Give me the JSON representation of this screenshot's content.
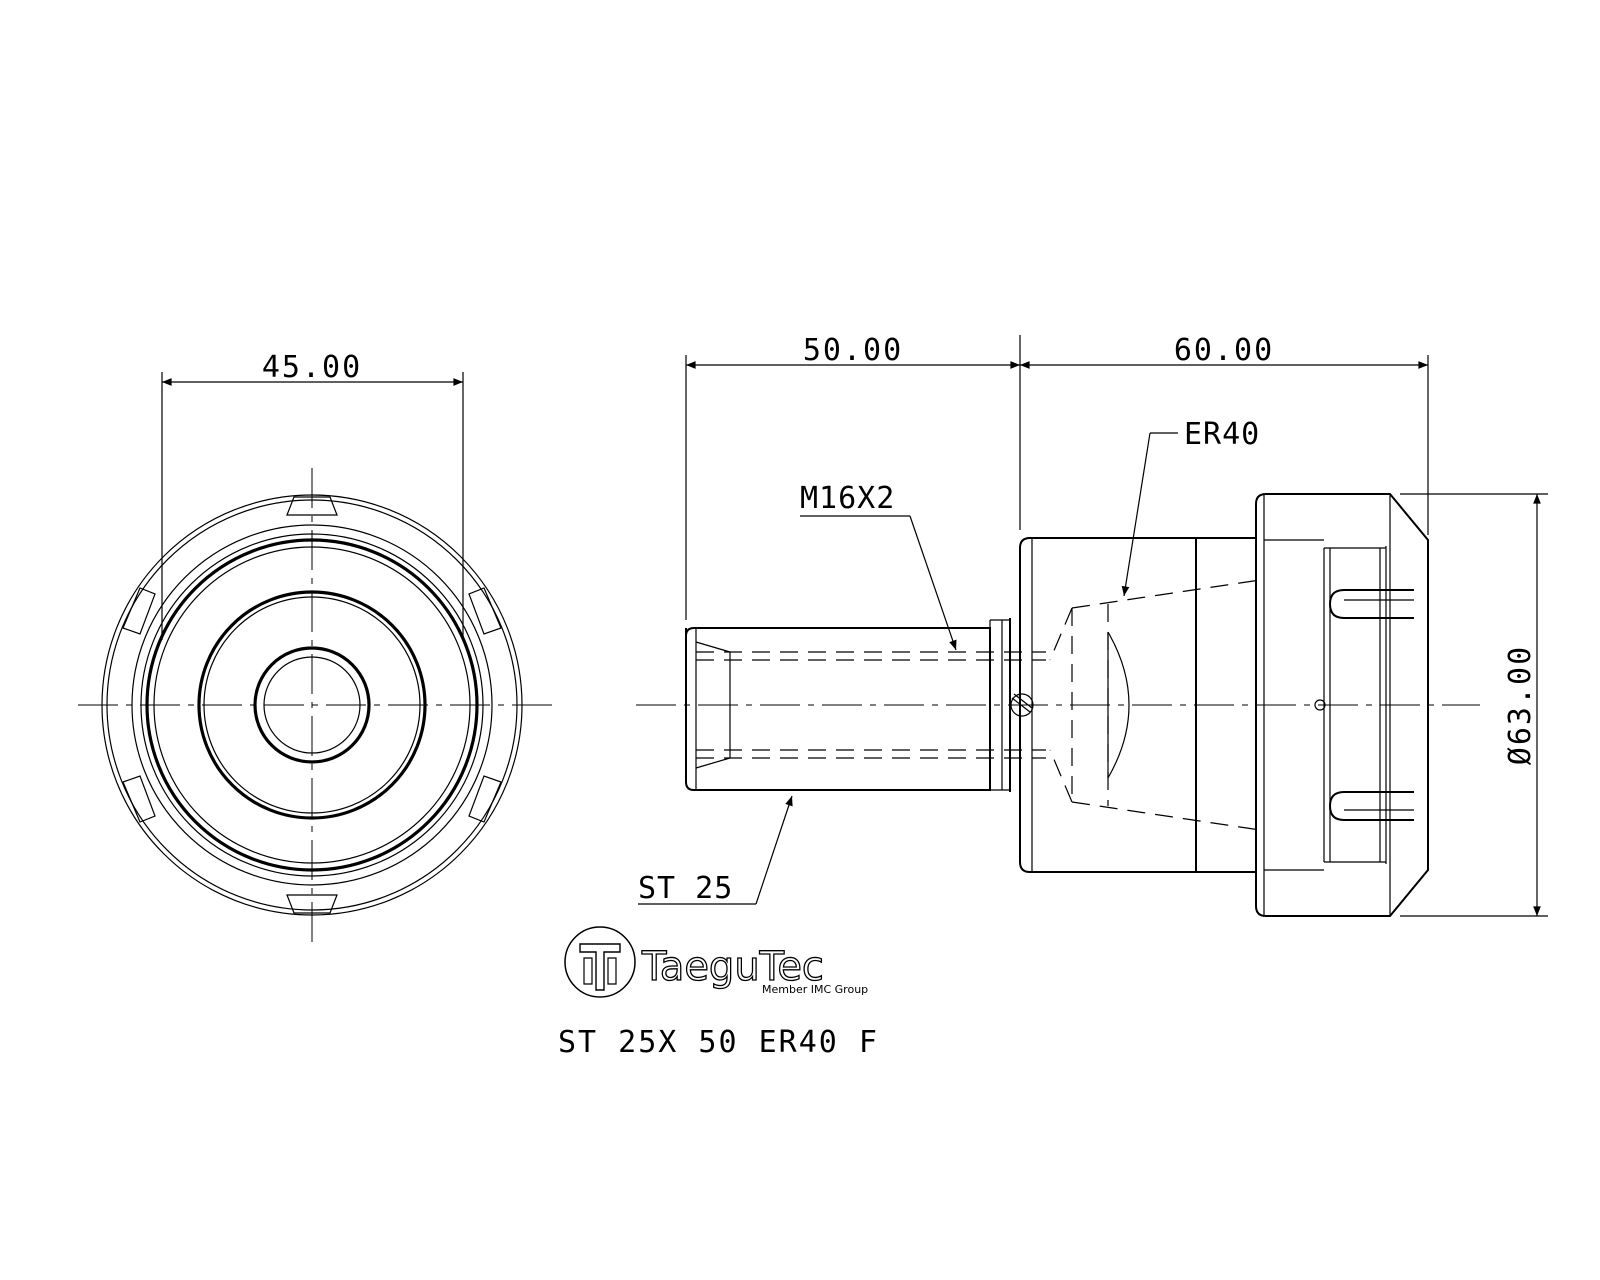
{
  "dimensions": {
    "front_width": "45.00",
    "shank_length": "50.00",
    "holder_length": "60.00",
    "diameter": "Ø63.00"
  },
  "callouts": {
    "thread": "M16X2",
    "collet": "ER40",
    "shank": "ST 25"
  },
  "brand": {
    "name": "TaeguTec",
    "tagline": "Member IMC Group"
  },
  "part_number": "ST 25X 50 ER40 F"
}
